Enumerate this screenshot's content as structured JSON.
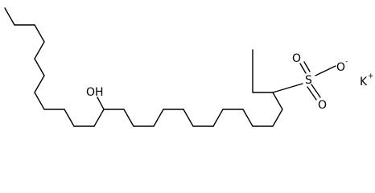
{
  "molecule": {
    "labels": {
      "hydroxyl": "OH",
      "sulfur": "S",
      "oxygen_top": "O",
      "oxygen_bottom": "O",
      "oxygen_anion": "O",
      "anion_charge": "-",
      "cation": "K",
      "cation_charge": "+"
    }
  },
  "colors": {
    "bond": "#000000",
    "text": "#000000",
    "background": "#ffffff"
  }
}
